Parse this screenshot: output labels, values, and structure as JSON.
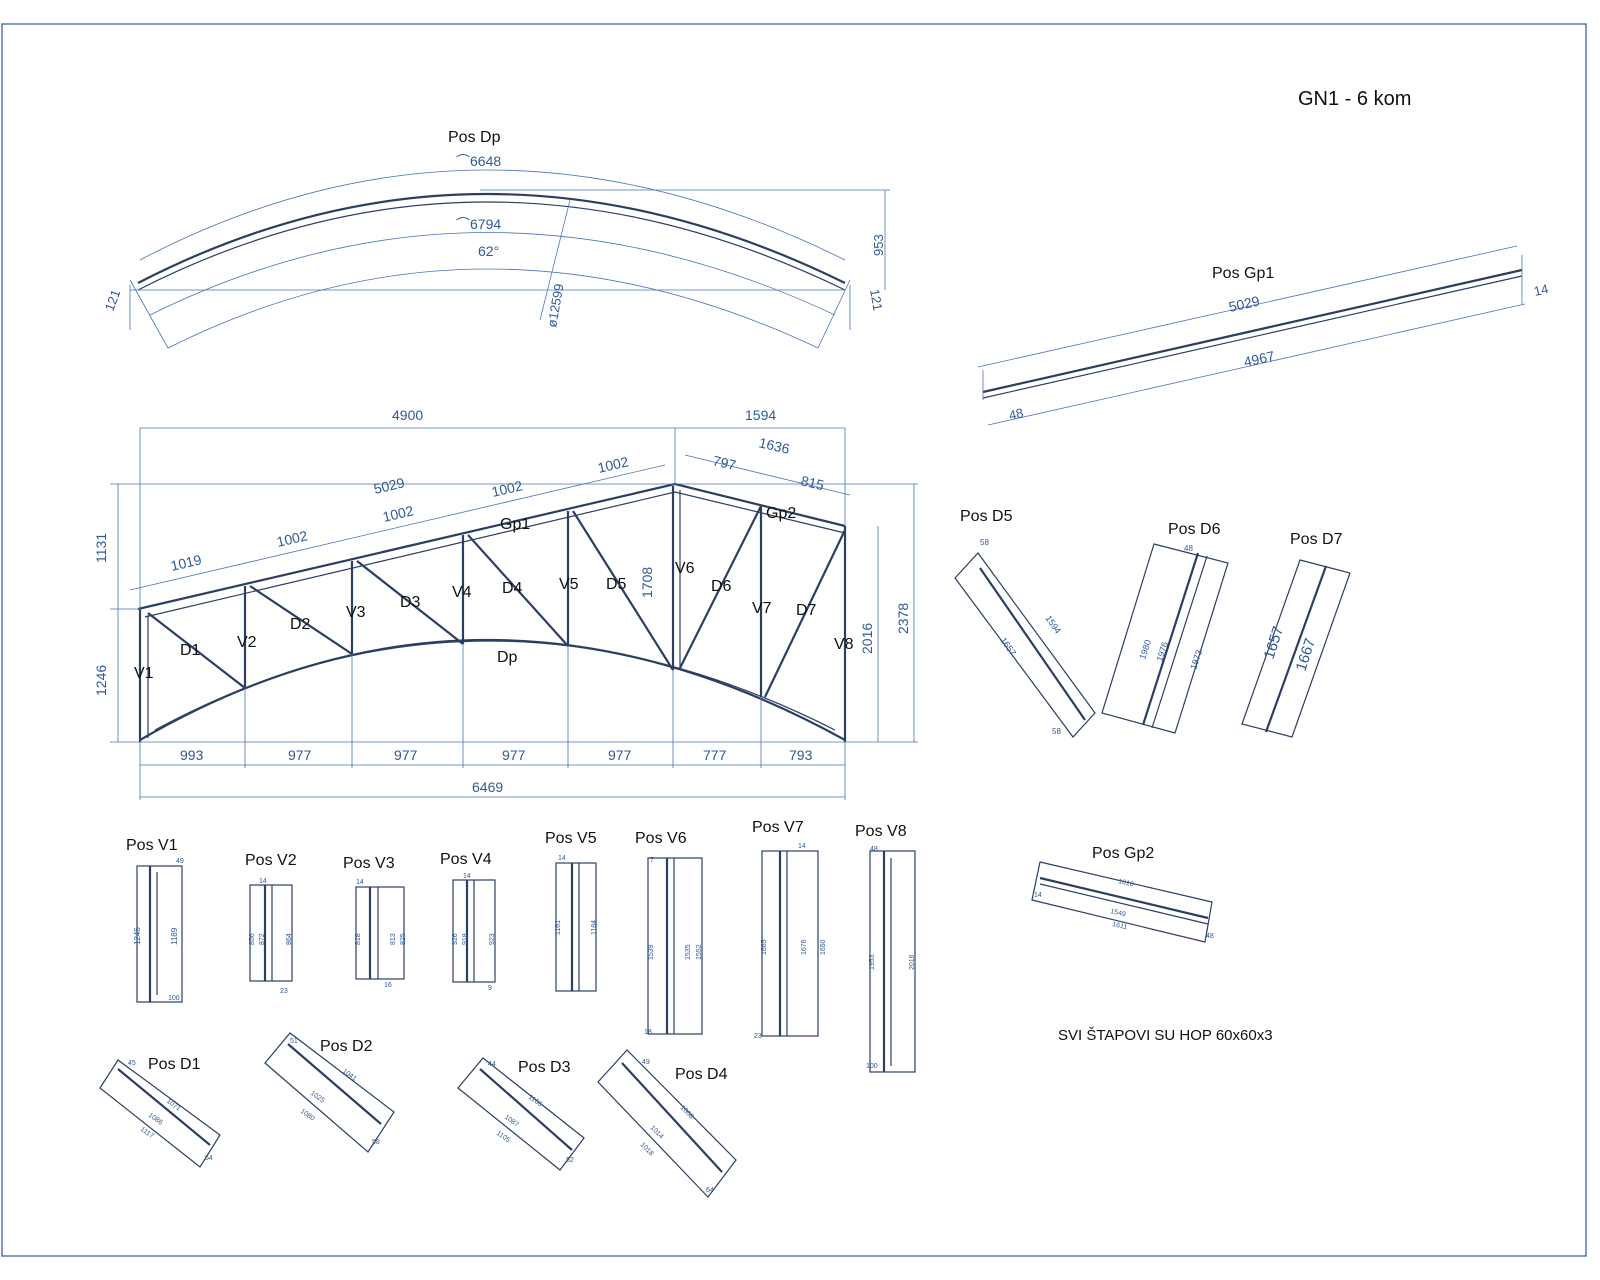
{
  "drawing": {
    "title": "GN1 - 6 kom",
    "note": "SVI ŠTAPOVI SU HOP 60x60x3",
    "colors": {
      "frame": "#3a63a8",
      "steel": "#2b3f63",
      "dimension": "#2f5a98",
      "text": "#111111"
    }
  },
  "pos_dp": {
    "label": "Pos Dp",
    "arc_outer": "⌒6648",
    "arc_inner": "⌒6794",
    "angle": "62°",
    "radius": "ø12599",
    "rise": "953",
    "end_left": "121",
    "end_right": "121"
  },
  "pos_gp1": {
    "label": "Pos Gp1",
    "length_top": "5029",
    "length_bottom": "4967",
    "end_left": "48",
    "end_right": "14"
  },
  "truss": {
    "member_labels": [
      "V1",
      "D1",
      "V2",
      "D2",
      "V3",
      "D3",
      "V4",
      "D4",
      "V5",
      "D5",
      "V6",
      "D6",
      "V7",
      "D7",
      "V8",
      "Gp1",
      "Gp2",
      "Dp"
    ],
    "top_dims": [
      "4900",
      "1594",
      "5029",
      "1636",
      "797",
      "815",
      "1019",
      "1002",
      "1002",
      "1002",
      "1002"
    ],
    "bottom_dims": [
      "993",
      "977",
      "977",
      "977",
      "977",
      "777",
      "793"
    ],
    "total_length": "6469",
    "left_heights": [
      "1131",
      "1246"
    ],
    "right_heights": [
      "2016",
      "2378"
    ],
    "center_height": "1708"
  },
  "diag_parts": [
    {
      "label": "Pos D5",
      "dims": [
        "1657",
        "1594",
        "58",
        "58"
      ]
    },
    {
      "label": "Pos D6",
      "dims": [
        "1980",
        "1976",
        "1973",
        "48"
      ]
    },
    {
      "label": "Pos D7",
      "dims": [
        "1657",
        "1667"
      ]
    }
  ],
  "verticals": [
    {
      "label": "Pos V1",
      "dims": [
        "1246",
        "1189",
        "49",
        "100"
      ]
    },
    {
      "label": "Pos V2",
      "dims": [
        "856",
        "872",
        "864",
        "14",
        "23"
      ]
    },
    {
      "label": "Pos V3",
      "dims": [
        "818",
        "813",
        "825",
        "14",
        "16"
      ]
    },
    {
      "label": "Pos V4",
      "dims": [
        "926",
        "918",
        "923",
        "14",
        "9"
      ]
    },
    {
      "label": "Pos V5",
      "dims": [
        "1161",
        "1184",
        "14"
      ]
    },
    {
      "label": "Pos V6",
      "dims": [
        "1539",
        "1535",
        "1552",
        "7",
        "18"
      ]
    },
    {
      "label": "Pos V7",
      "dims": [
        "1665",
        "1676",
        "1650",
        "14",
        "23"
      ]
    },
    {
      "label": "Pos V8",
      "dims": [
        "1953",
        "2016",
        "48",
        "100"
      ]
    }
  ],
  "pos_gp2": {
    "label": "Pos Gp2",
    "dims": [
      "1610",
      "1549",
      "1611",
      "14",
      "48"
    ]
  },
  "diagonals": [
    {
      "label": "Pos D1",
      "dims": [
        "1071",
        "1086",
        "1117",
        "45",
        "54"
      ]
    },
    {
      "label": "Pos D2",
      "dims": [
        "1041",
        "1025",
        "1080",
        "51",
        "58"
      ]
    },
    {
      "label": "Pos D3",
      "dims": [
        "1166",
        "1087",
        "1105",
        "44",
        "52"
      ]
    },
    {
      "label": "Pos D4",
      "dims": [
        "1008",
        "1014",
        "1018",
        "49",
        "64"
      ]
    }
  ]
}
